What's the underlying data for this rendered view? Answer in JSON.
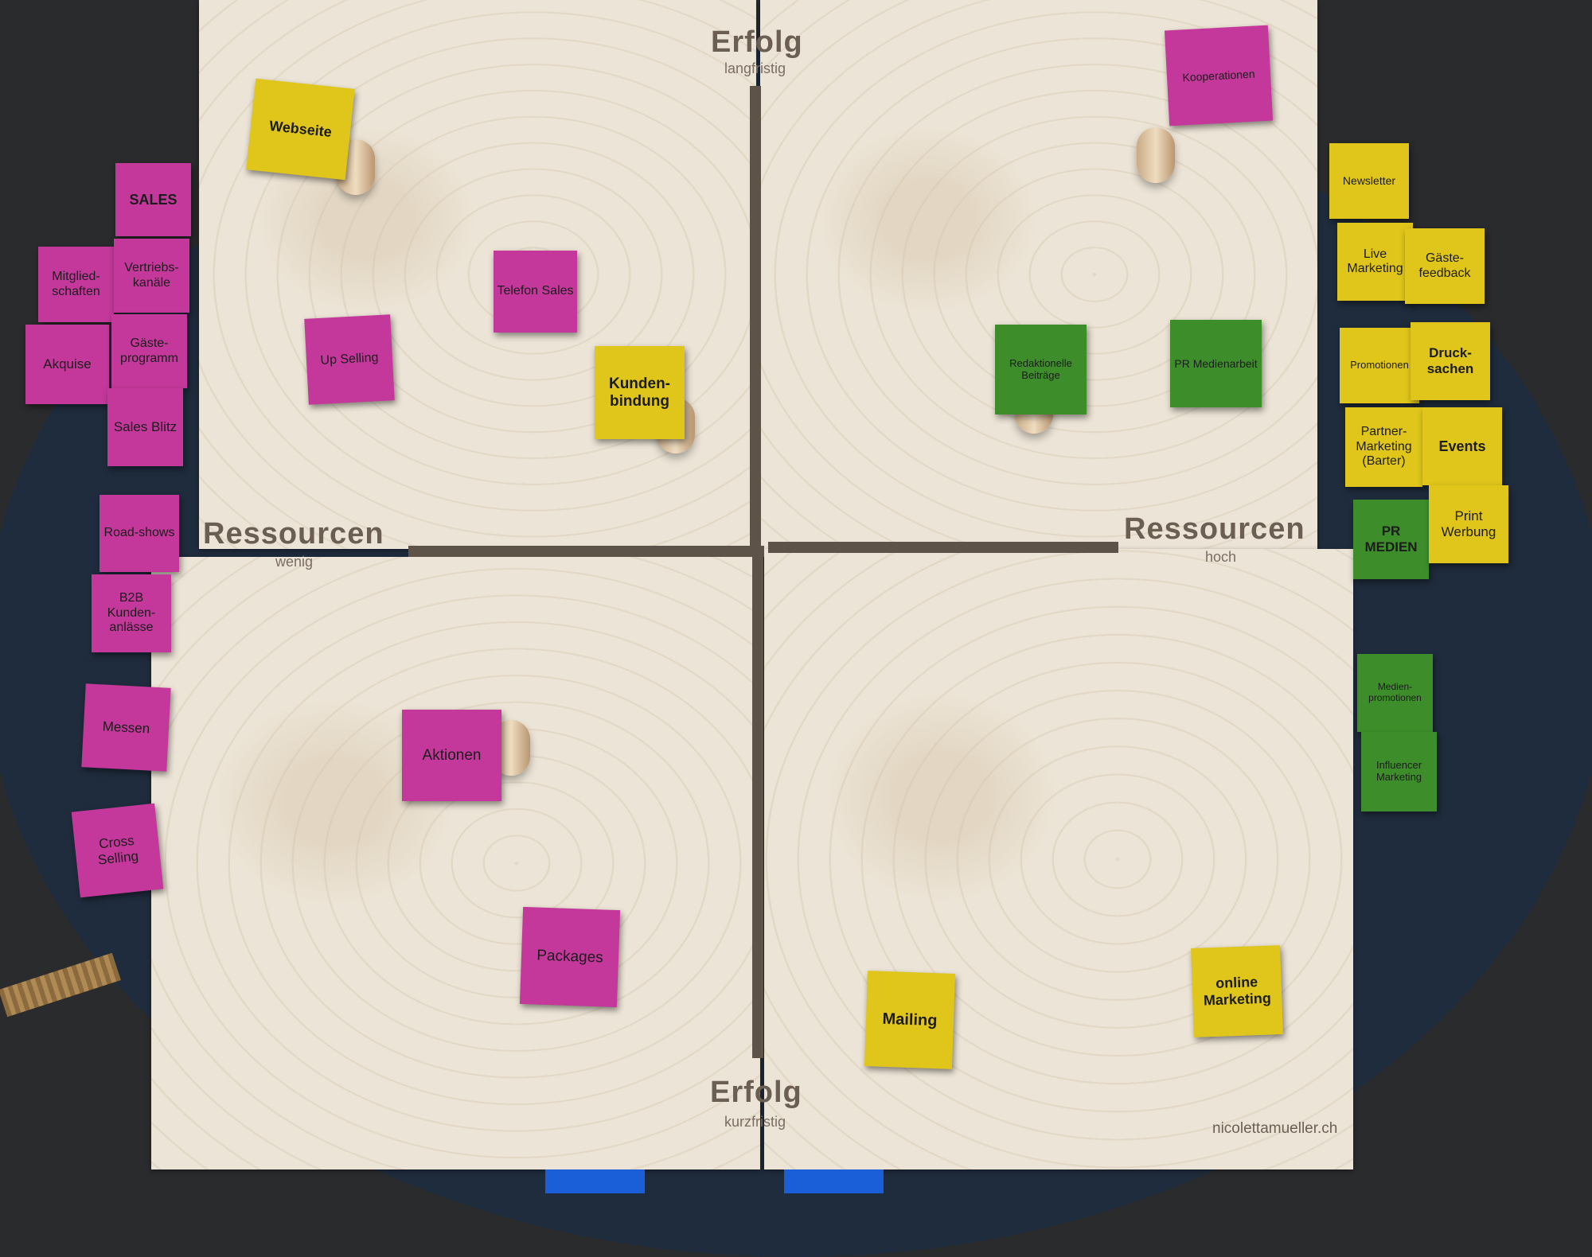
{
  "axis_labels": {
    "top_title": "Erfolg",
    "top_sub": "langfristig",
    "bottom_title": "Erfolg",
    "bottom_sub": "kurzfristig",
    "left_title": "Ressourcen",
    "left_sub": "wenig",
    "right_title": "Ressourcen",
    "right_sub": "hoch"
  },
  "credit": "nicolettamueller.ch",
  "colors": {
    "sales": "#c4389b",
    "marketing": "#e0c61b",
    "pr": "#3d8e2a",
    "board": "#ece4d6",
    "axis": "#5e5349"
  },
  "board_blocks": [
    {
      "label": "Webseite",
      "color": "yellow"
    },
    {
      "label": "Telefon Sales",
      "color": "pink"
    },
    {
      "label": "Up Selling",
      "color": "pink"
    },
    {
      "label": "Kunden-bindung",
      "color": "yellow"
    },
    {
      "label": "Kooperationen",
      "color": "pink"
    },
    {
      "label": "Redaktionelle Beiträge",
      "color": "green"
    },
    {
      "label": "PR Medienarbeit",
      "color": "green"
    },
    {
      "label": "Aktionen",
      "color": "pink"
    },
    {
      "label": "Packages",
      "color": "pink"
    },
    {
      "label": "Mailing",
      "color": "yellow"
    },
    {
      "label": "online Marketing",
      "color": "yellow"
    }
  ],
  "left_blocks": [
    {
      "label": "SALES"
    },
    {
      "label": "Mitglied-schaften"
    },
    {
      "label": "Vertriebs-kanäle"
    },
    {
      "label": "Akquise"
    },
    {
      "label": "Gäste-programm"
    },
    {
      "label": "Sales Blitz"
    },
    {
      "label": "Road-shows"
    },
    {
      "label": "B2B Kunden-anlässe"
    },
    {
      "label": "Messen"
    },
    {
      "label": "Cross Selling"
    }
  ],
  "right_blocks": [
    {
      "label": "Newsletter",
      "color": "yellow"
    },
    {
      "label": "Live Marketing",
      "color": "yellow"
    },
    {
      "label": "Gäste-feedback",
      "color": "yellow"
    },
    {
      "label": "Promotionen",
      "color": "yellow"
    },
    {
      "label": "Druck-sachen",
      "color": "yellow"
    },
    {
      "label": "Partner-Marketing (Barter)",
      "color": "yellow"
    },
    {
      "label": "Events",
      "color": "yellow"
    },
    {
      "label": "PR MEDIEN",
      "color": "green"
    },
    {
      "label": "Print Werbung",
      "color": "yellow"
    },
    {
      "label": "Medien-promotionen",
      "color": "green"
    },
    {
      "label": "Influencer Marketing",
      "color": "green"
    }
  ]
}
